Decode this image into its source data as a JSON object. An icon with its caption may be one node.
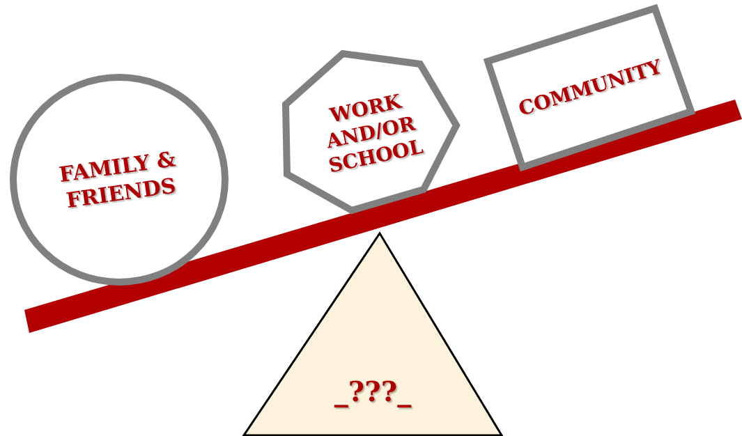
{
  "diagram": {
    "nodes": [
      {
        "text": [
          "FAMILY & FRIENDS"
        ]
      },
      {
        "text": [
          "WORK AND/OR SCHOOL"
        ]
      },
      {
        "text": [
          "COMMUNITY"
        ]
      },
      {
        "text": [
          "_???_"
        ]
      }
    ],
    "edges": []
  }
}
